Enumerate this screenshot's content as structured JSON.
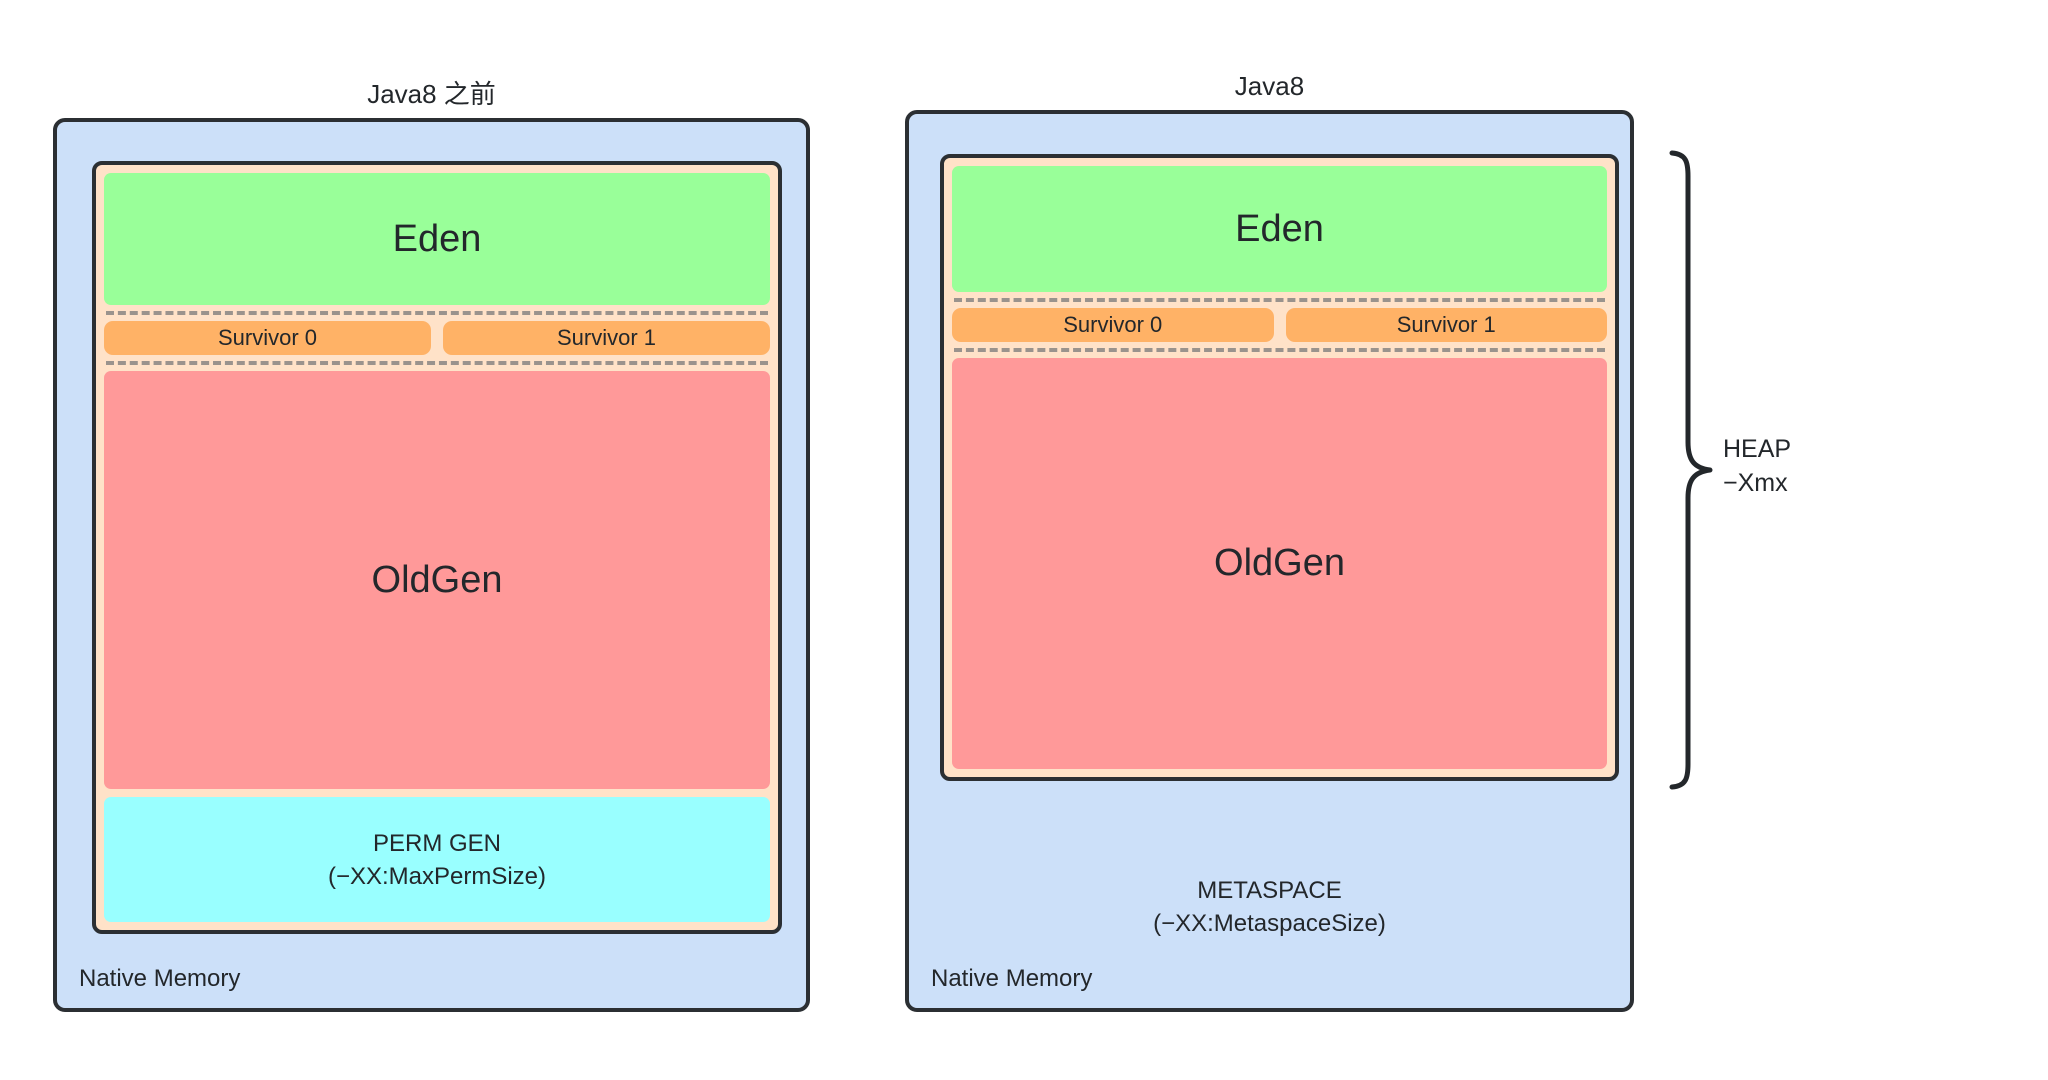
{
  "diagram": {
    "title_left": "Java8 之前",
    "title_right": "Java8",
    "colors": {
      "native_memory": "#cce0f9",
      "heap_container": "#ffe2c8",
      "eden": "#99ff99",
      "survivor": "#ffb266",
      "oldgen": "#ff9999",
      "permgen": "#99ffff",
      "stroke": "#2b2f33",
      "dashed_rule": "#9a938d"
    }
  },
  "left": {
    "title": "Java8 之前",
    "native_label": "Native Memory",
    "eden": "Eden",
    "survivor0": "Survivor 0",
    "survivor1": "Survivor 1",
    "oldgen": "OldGen",
    "permgen_name": "PERM GEN",
    "permgen_flag": "(−XX:MaxPermSize)"
  },
  "right": {
    "title": "Java8",
    "native_label": "Native Memory",
    "eden": "Eden",
    "survivor0": "Survivor 0",
    "survivor1": "Survivor 1",
    "oldgen": "OldGen",
    "metaspace_name": "METASPACE",
    "metaspace_flag": "(−XX:MetaspaceSize)"
  },
  "brace": {
    "line1": "HEAP",
    "line2": "−Xmx"
  }
}
